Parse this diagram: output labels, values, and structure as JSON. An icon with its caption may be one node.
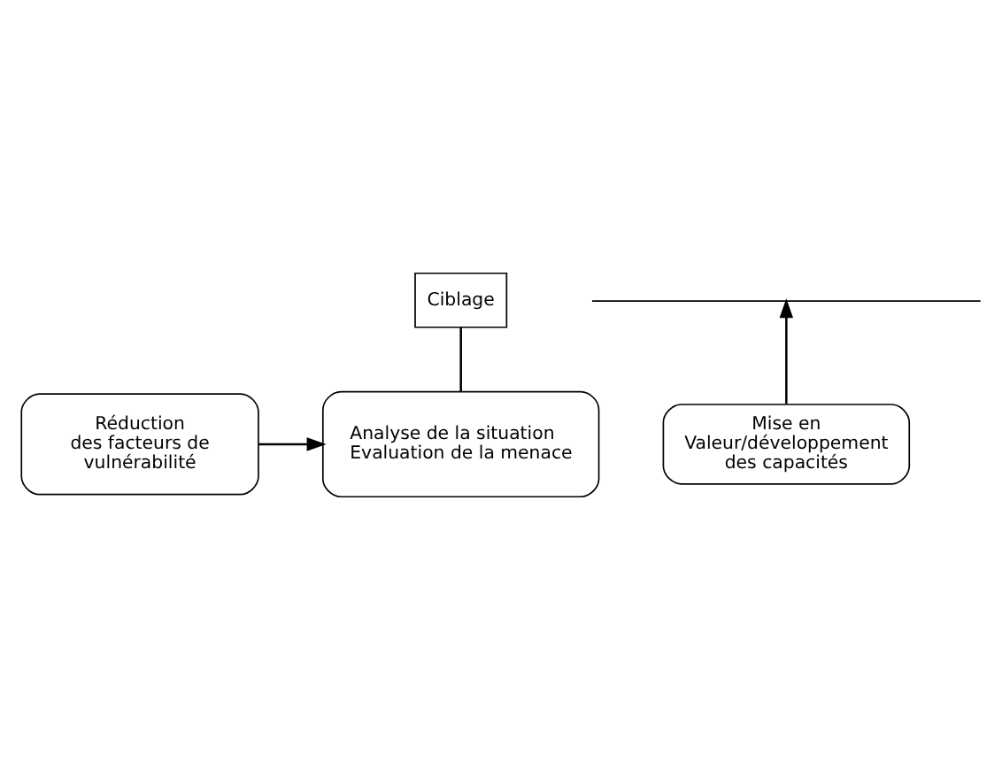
{
  "diagram": {
    "nodes": [
      {
        "text": [
          "Ciblage"
        ]
      },
      {
        "text": [
          "Analyse de la situation",
          "Evaluation de la menace"
        ]
      },
      {
        "text": [
          "Réduction des facteurs de vulnérabilité"
        ]
      },
      {
        "text": [],
        "shape": "bar"
      },
      {
        "text": [
          "Mise en Valeur/développement des capacités"
        ]
      }
    ],
    "edges": [
      {
        "from": 0,
        "to": 1,
        "arrow": "none"
      },
      {
        "from": 2,
        "to": 1,
        "arrow": "to"
      },
      {
        "from": 4,
        "to": 3,
        "arrow": "to"
      }
    ]
  }
}
